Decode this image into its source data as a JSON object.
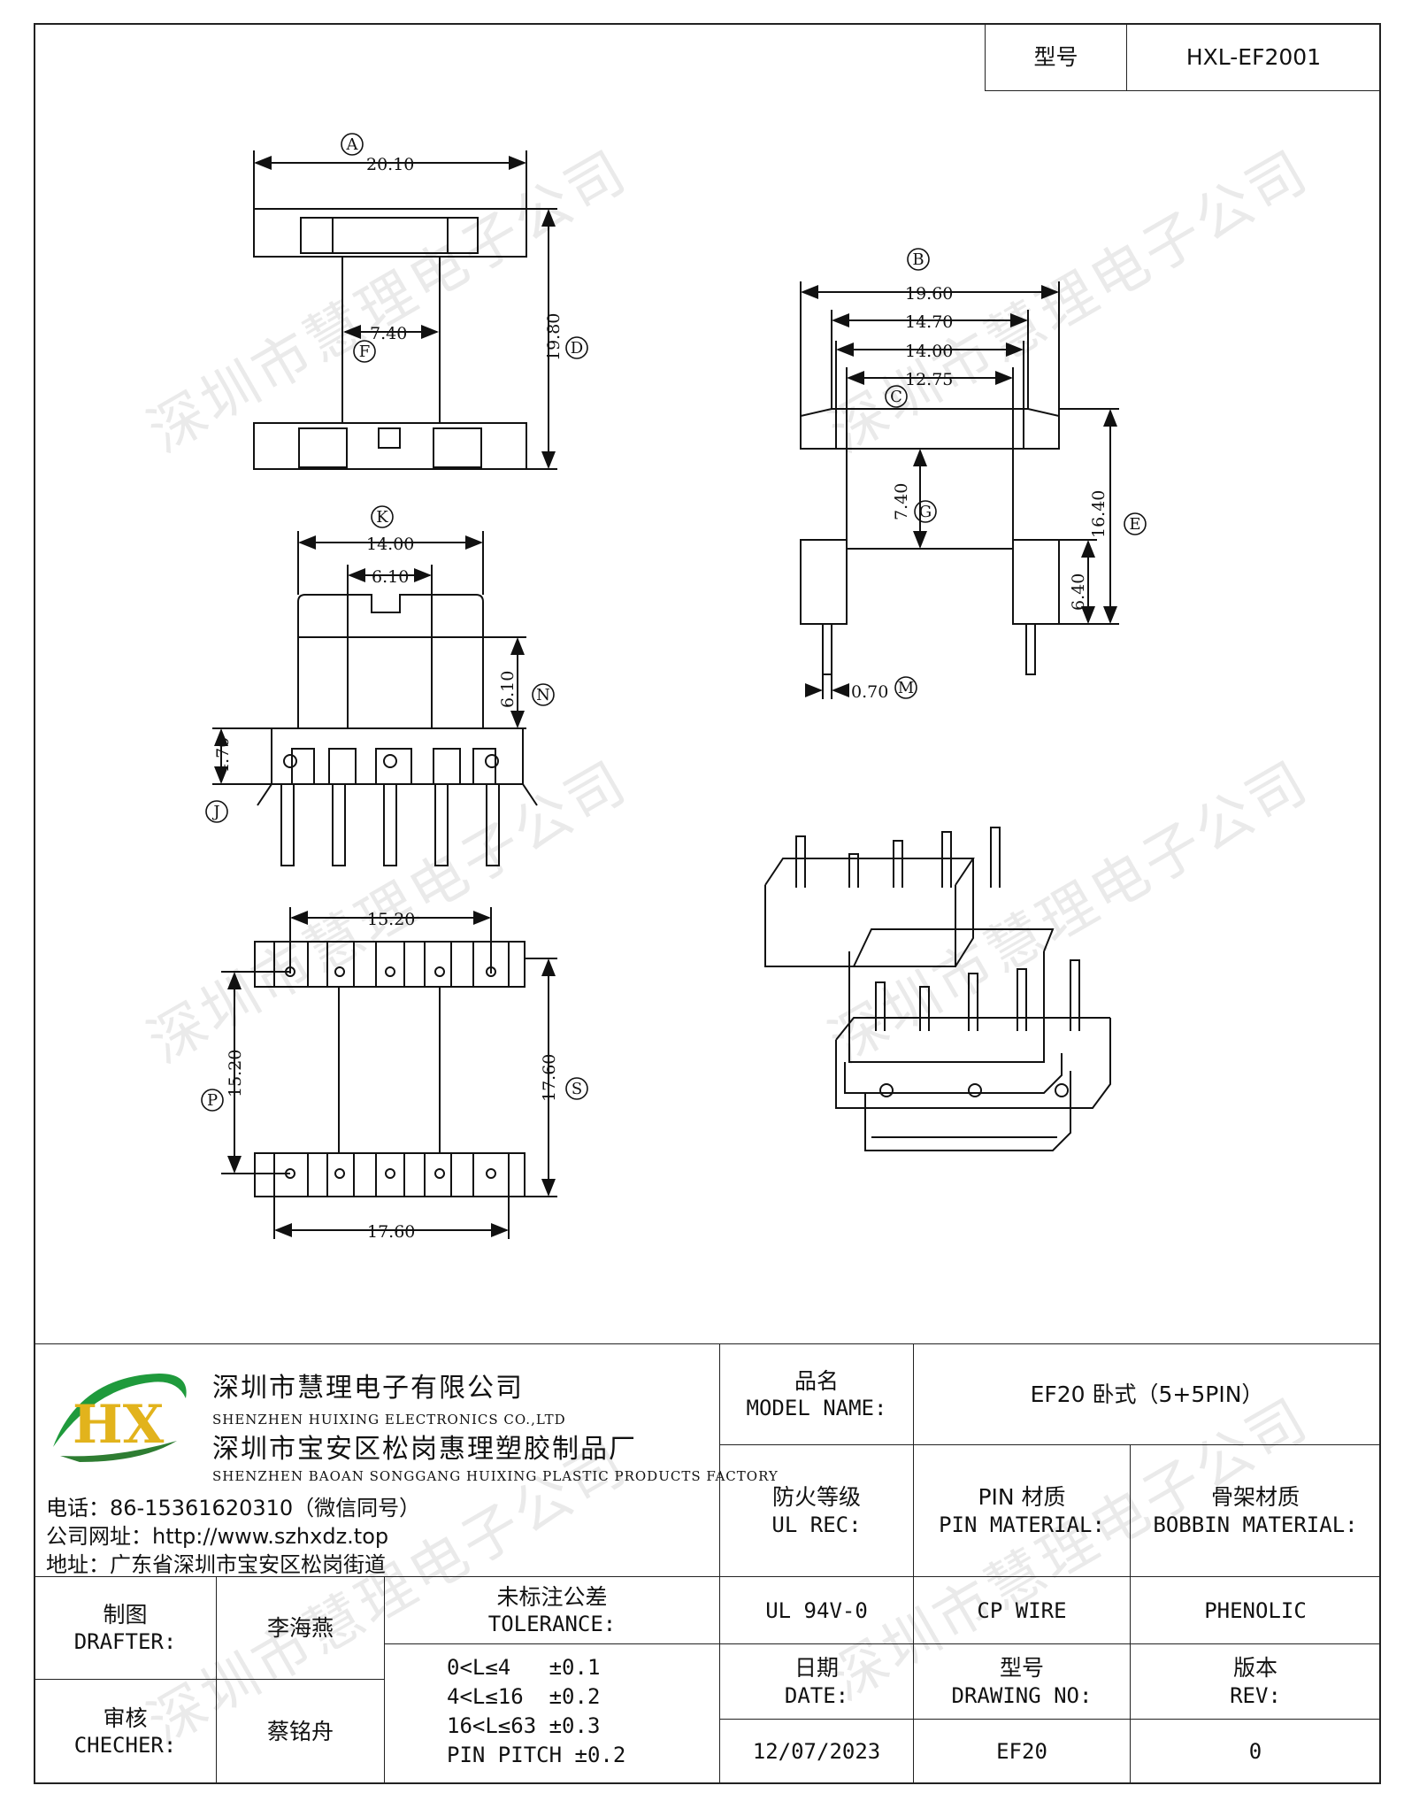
{
  "header": {
    "type_label": "型号",
    "type_value": "HXL-EF2001"
  },
  "dimensions": {
    "A": "A",
    "a_val": "20.10",
    "F": "F",
    "f_val": "7.40",
    "D": "D",
    "d_val": "19.80",
    "B": "B",
    "b_val": "19.60",
    "w1": "14.70",
    "w2": "14.00",
    "w3": "12.75",
    "C": "C",
    "G": "G",
    "g_val": "7.40",
    "E": "E",
    "e_val": "16.40",
    "e2_val": "6.40",
    "M": "M",
    "m_val": "0.70",
    "K": "K",
    "k_val": "14.00",
    "k2_val": "6.10",
    "N": "N",
    "n_val": "6.10",
    "J": "J",
    "j_val": "4.70",
    "t1_val": "15.20",
    "P": "P",
    "p_val": "15.20",
    "S": "S",
    "s_val": "17.60",
    "b2_val": "17.60"
  },
  "company": {
    "logo_text": "HX",
    "name_cn": "深圳市慧理电子有限公司",
    "name_en": "SHENZHEN HUIXING ELECTRONICS CO.,LTD",
    "factory_cn": "深圳市宝安区松岗惠理塑胶制品厂",
    "factory_en": "SHENZHEN BAOAN SONGGANG HUIXING PLASTIC PRODUCTS FACTORY",
    "phone": "电话：86-15361620310（微信同号）",
    "website": "公司网址：http://www.szhxdz.top",
    "address": "地址：广东省深圳市宝安区松岗街道"
  },
  "title_block": {
    "model_label_cn": "品名",
    "model_label_en": "MODEL NAME:",
    "model_value": "EF20 卧式（5+5PIN）",
    "ul_label_cn": "防火等级",
    "ul_label_en": "UL REC:",
    "pin_label_cn": "PIN 材质",
    "pin_label_en": "PIN MATERIAL:",
    "bobbin_label_cn": "骨架材质",
    "bobbin_label_en": "BOBBIN MATERIAL:",
    "ul_value": "UL 94V-0",
    "pin_value": "CP WIRE",
    "bobbin_value": "PHENOLIC",
    "drafter_label_cn": "制图",
    "drafter_label_en": "DRAFTER:",
    "drafter_value": "李海燕",
    "checker_label_cn": "审核",
    "checker_label_en": "CHECHER:",
    "checker_value": "蔡铭舟",
    "tol_label_cn": "未标注公差",
    "tol_label_en": "TOLERANCE:",
    "tol_lines": [
      "0<L≤4   ±0.1",
      "4<L≤16  ±0.2",
      "16<L≤63 ±0.3",
      "PIN PITCH ±0.2"
    ],
    "date_label_cn": "日期",
    "date_label_en": "DATE:",
    "drawing_label_cn": "型号",
    "drawing_label_en": "DRAWING NO:",
    "rev_label_cn": "版本",
    "rev_label_en": "REV:",
    "date_value": "12/07/2023",
    "drawing_value": "EF20",
    "rev_value": "0"
  },
  "watermark": "深圳市慧理电子公司"
}
